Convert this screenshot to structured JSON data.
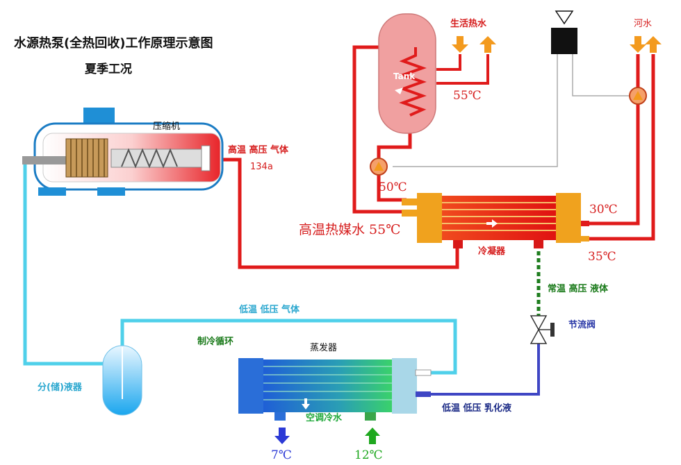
{
  "title": "水源热泵(全热回收)工作原理示意图",
  "subtitle": "夏季工况",
  "labels": {
    "compressor": "压缩机",
    "hot_gas": "高温 高压 气体",
    "refrigerant": "134a",
    "domestic_hot_water": "生活热水",
    "river_water": "河水",
    "tank": "Tank",
    "tank_temp": "55℃",
    "pump_temp": "50℃",
    "condenser_in": "30℃",
    "condenser_out": "35℃",
    "heat_medium": "高温热媒水 55℃",
    "condenser": "冷凝器",
    "liquid": "常温 高压 液体",
    "throttle": "节流阀",
    "low_gas": "低温 低压 气体",
    "refrigeration_cycle": "制冷循环",
    "evaporator": "蒸发器",
    "separator": "分(储)液器",
    "ac_water": "空调冷水",
    "low_mix": "低温 低压 乳化液",
    "supply_temp": "7℃",
    "return_temp": "12℃"
  },
  "colors": {
    "hot_pipe": "#e01b1b",
    "cold_pipe": "#4fd0ea",
    "liquid_pipe": "#1e7d1e",
    "mix_pipe": "#3f46c4",
    "arrow_orange": "#f39a1e"
  }
}
